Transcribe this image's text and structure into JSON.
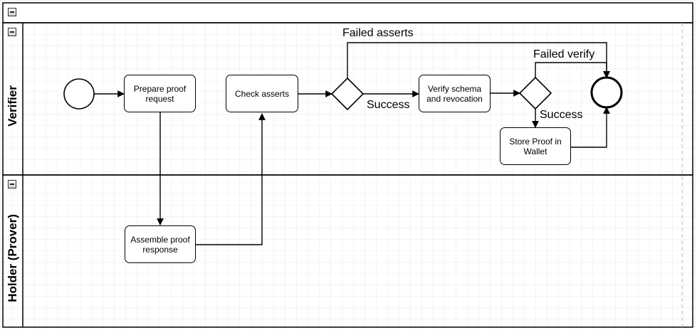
{
  "diagram": {
    "lanes": [
      {
        "id": "verifier",
        "label": "Verifier"
      },
      {
        "id": "holder",
        "label": "Holder (Prover)"
      }
    ],
    "tasks": [
      {
        "id": "prepare",
        "label": "Prepare proof request"
      },
      {
        "id": "check",
        "label": "Check asserts"
      },
      {
        "id": "verify",
        "label": "Verify schema and revocation"
      },
      {
        "id": "store",
        "label": "Store Proof in Wallet"
      },
      {
        "id": "assemble",
        "label": "Assemble proof response"
      }
    ],
    "edge_labels": {
      "failed_asserts": "Failed asserts",
      "failed_verify": "Failed verify",
      "success_1": "Success",
      "success_2": "Success"
    },
    "colors": {
      "stroke": "#000000",
      "grid": "#e8e8e8",
      "dashed_border": "#bbbbbb",
      "background": "#ffffff"
    }
  }
}
